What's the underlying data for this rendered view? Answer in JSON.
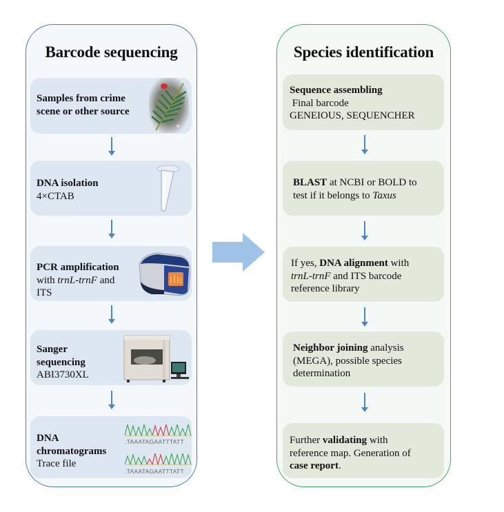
{
  "left_panel": {
    "title": "Barcode sequencing",
    "steps": [
      {
        "lines": [
          {
            "bold": "Samples from crime"
          },
          {
            "bold": "scene or other source"
          }
        ],
        "image": "yew-branch-photo"
      },
      {
        "lines": [
          {
            "bold": "DNA isolation"
          },
          {
            "plain": "4×CTAB"
          }
        ],
        "image": "microcentrifuge-tube"
      },
      {
        "bold": "PCR amplification",
        "line2_pre": "with ",
        "line2_italic": "trnL-trnF",
        "line2_post": " and",
        "line3": "ITS",
        "image": "thermal-cycler"
      },
      {
        "bold1": "Sanger",
        "bold2": "sequencing",
        "plain": "ABI3730XL",
        "image": "sequencer-machine"
      },
      {
        "bold1": "DNA",
        "bold2": "chromatograms",
        "plain": "Trace file",
        "image": "chromatogram-trace",
        "sequence_reads": [
          ".TAAATAGAATTTATT",
          ".TAAATAGAATTTATT"
        ]
      }
    ]
  },
  "right_panel": {
    "title": "Species identification",
    "steps": [
      {
        "bold": "Sequence assembling",
        "line2": " Final barcode",
        "line3": "GENEIOUS, SEQUENCHER"
      },
      {
        "bold": "BLAST",
        "line1_post": " at NCBI or BOLD to",
        "line2_pre": "test if it belongs to ",
        "line2_italic": "Taxus"
      },
      {
        "line1_pre": "If yes, ",
        "bold": "DNA alignment",
        "line1_post": " with",
        "line2_italic": "trnL-trnF",
        "line2_post": " and ITS barcode",
        "line3": "reference library"
      },
      {
        "bold": "Neighbor joining",
        "line1_post": " analysis",
        "line2": "(MEGA), possible species",
        "line3": "determination"
      },
      {
        "line1_pre": "Further ",
        "bold": "validating",
        "line1_post": " with",
        "line2": "reference map. Generation of",
        "bold3": "case report",
        "line3_post": "."
      }
    ]
  },
  "colors": {
    "left_border": "#4a7ebb",
    "right_border": "#3daa6a",
    "arrow": "#4a86c8",
    "big_arrow": "#9fc3e6",
    "left_step_bg": "#dde7f2",
    "right_step_bg": "#e2e8da"
  }
}
